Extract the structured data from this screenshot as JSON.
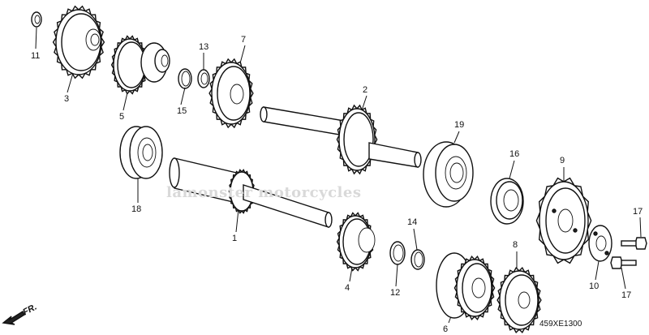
{
  "diagram": {
    "callouts": [
      {
        "id": "c11",
        "text": "11"
      },
      {
        "id": "c3",
        "text": "3"
      },
      {
        "id": "c5",
        "text": "5"
      },
      {
        "id": "c13",
        "text": "13"
      },
      {
        "id": "c15",
        "text": "15"
      },
      {
        "id": "c7",
        "text": "7"
      },
      {
        "id": "c2",
        "text": "2"
      },
      {
        "id": "c19",
        "text": "19"
      },
      {
        "id": "c16",
        "text": "16"
      },
      {
        "id": "c9",
        "text": "9"
      },
      {
        "id": "c18",
        "text": "18"
      },
      {
        "id": "c1",
        "text": "1"
      },
      {
        "id": "c14",
        "text": "14"
      },
      {
        "id": "c4",
        "text": "4"
      },
      {
        "id": "c12",
        "text": "12"
      },
      {
        "id": "c8",
        "text": "8"
      },
      {
        "id": "c6",
        "text": "6"
      },
      {
        "id": "c10",
        "text": "10"
      },
      {
        "id": "c17a",
        "text": "17"
      },
      {
        "id": "c17b",
        "text": "17"
      }
    ],
    "watermark": "lamonster motorcycles",
    "drawing_code": "459XE1300",
    "direction_label": "FR."
  }
}
